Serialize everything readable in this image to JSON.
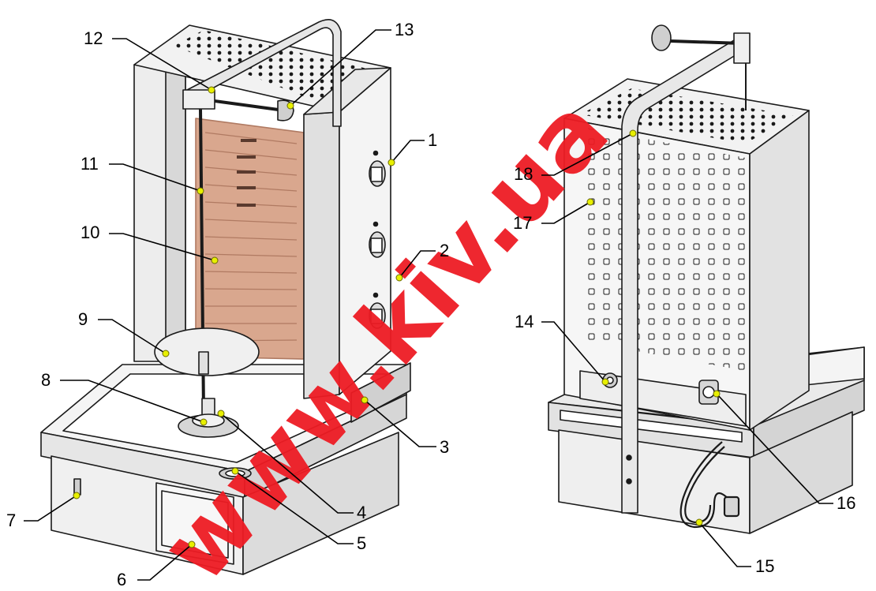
{
  "colors": {
    "line": "#1a1a1a",
    "steel_light": "#f4f4f4",
    "steel_mid": "#e2e2e2",
    "steel_dark": "#cfcfcf",
    "heater": "#d9a78e",
    "heater_dark": "#b07a62",
    "marker": "#e8f000",
    "watermark": "#ee1c24"
  },
  "watermark": {
    "text": "www.kiv.ua"
  },
  "callouts": [
    {
      "id": "1",
      "label": "1"
    },
    {
      "id": "2",
      "label": "2"
    },
    {
      "id": "3",
      "label": "3"
    },
    {
      "id": "4",
      "label": "4"
    },
    {
      "id": "5",
      "label": "5"
    },
    {
      "id": "6",
      "label": "6"
    },
    {
      "id": "7",
      "label": "7"
    },
    {
      "id": "8",
      "label": "8"
    },
    {
      "id": "9",
      "label": "9"
    },
    {
      "id": "10",
      "label": "10"
    },
    {
      "id": "11",
      "label": "11"
    },
    {
      "id": "12",
      "label": "12"
    },
    {
      "id": "13",
      "label": "13"
    },
    {
      "id": "14",
      "label": "14"
    },
    {
      "id": "15",
      "label": "15"
    },
    {
      "id": "16",
      "label": "16"
    },
    {
      "id": "17",
      "label": "17"
    },
    {
      "id": "18",
      "label": "18"
    }
  ]
}
